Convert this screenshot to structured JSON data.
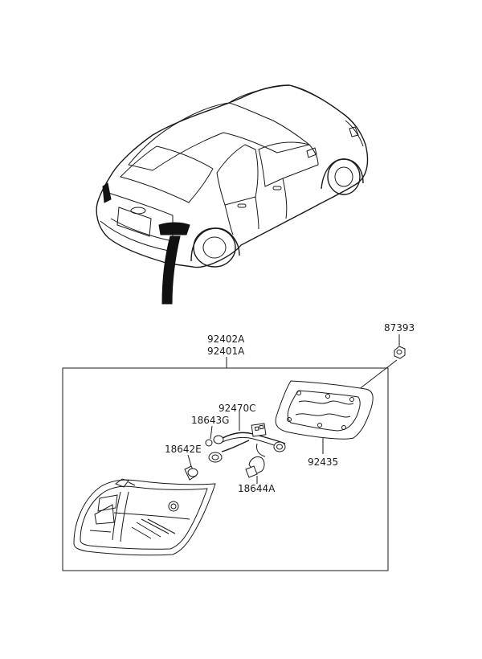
{
  "labels": {
    "assembly_rh": "92402A",
    "assembly_lh": "92401A",
    "nut": "87393",
    "wiring_harness": "92470C",
    "socket": "18643G",
    "bulb_small": "18642E",
    "gasket": "92435",
    "bulb_large": "18644A"
  },
  "colors": {
    "line": "#1a1a1a",
    "background": "#ffffff"
  }
}
